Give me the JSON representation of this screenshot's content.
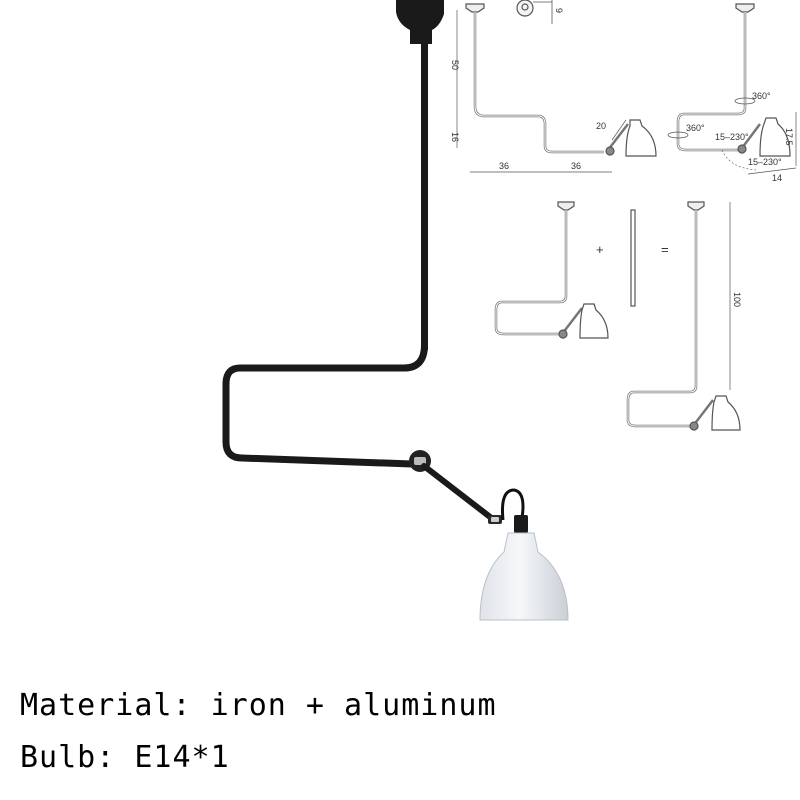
{
  "product": {
    "name": "Ceiling swing-arm lamp",
    "colors": {
      "arm": "#1a1a1a",
      "shade": "#e6eaef",
      "diagram_line": "#555555",
      "background": "#ffffff"
    }
  },
  "specs": {
    "material": "Material: iron + aluminum",
    "bulb": "Bulb: E14*1"
  },
  "diagram": {
    "top_left": {
      "vertical_upper": "50",
      "vertical_lower": "16",
      "horizontal_left": "36",
      "horizontal_right": "36",
      "arm_length": "20",
      "mount_dim": "9"
    },
    "top_right": {
      "rotation_upper": "360°",
      "rotation_lower": "360°",
      "joint_range_1": "15–230°",
      "joint_range_2": "15–230°",
      "shade_height": "17.5",
      "shade_width": "14"
    },
    "bottom": {
      "plus": "+",
      "equals": "=",
      "total_height": "100"
    }
  }
}
